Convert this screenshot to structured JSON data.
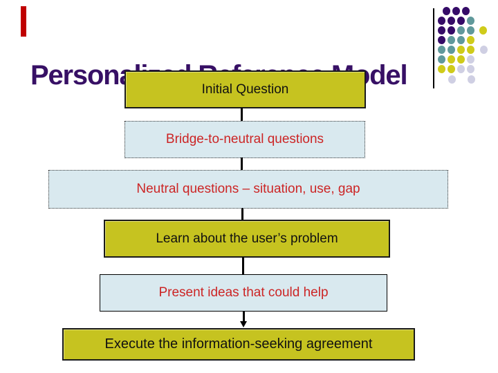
{
  "slide": {
    "title": "Personalized Reference Model",
    "title_color": "#371065"
  },
  "flowchart": {
    "boxes": [
      {
        "label": "Initial Question",
        "fill": "#C6C320",
        "text_color": "#111111",
        "border": "solid-black"
      },
      {
        "label": "Bridge-to-neutral questions",
        "fill": "#D9E9EF",
        "text_color": "#CC2525",
        "border": "dotted-black"
      },
      {
        "label": "Neutral questions – situation, use, gap",
        "fill": "#D9E9EF",
        "text_color": "#CC2525",
        "border": "dotted-black"
      },
      {
        "label": "Learn about the user’s problem",
        "fill": "#C6C320",
        "text_color": "#111111",
        "border": "solid-black"
      },
      {
        "label": "Present ideas that could help",
        "fill": "#D9E9EF",
        "text_color": "#CC2525",
        "border": "thin-solid-black"
      },
      {
        "label": "Execute the information-seeking agreement",
        "fill": "#C6C320",
        "text_color": "#111111",
        "border": "solid-black"
      }
    ],
    "connector_color": "#000000",
    "arrowhead_on_last_connector": true
  },
  "decoration": {
    "accent_bar_color": "#C00000",
    "vertical_rule_color": "#000000",
    "dot_palette": {
      "P": "#350B67",
      "T": "#60999B",
      "Y": "#CFCB1A",
      "L": "#CFCFE3"
    },
    "dots": [
      [
        645,
        16,
        "P"
      ],
      [
        659,
        16,
        "P"
      ],
      [
        673,
        16,
        "P"
      ],
      [
        638,
        30,
        "P"
      ],
      [
        652,
        30,
        "P"
      ],
      [
        666,
        30,
        "P"
      ],
      [
        680,
        30,
        "T"
      ],
      [
        638,
        44,
        "P"
      ],
      [
        652,
        44,
        "P"
      ],
      [
        666,
        44,
        "T"
      ],
      [
        680,
        44,
        "T"
      ],
      [
        698,
        44,
        "Y"
      ],
      [
        638,
        58,
        "P"
      ],
      [
        652,
        58,
        "T"
      ],
      [
        666,
        58,
        "T"
      ],
      [
        680,
        58,
        "Y"
      ],
      [
        638,
        72,
        "T"
      ],
      [
        652,
        72,
        "T"
      ],
      [
        666,
        72,
        "Y"
      ],
      [
        680,
        72,
        "Y"
      ],
      [
        699,
        72,
        "L"
      ],
      [
        638,
        86,
        "T"
      ],
      [
        652,
        86,
        "Y"
      ],
      [
        666,
        86,
        "Y"
      ],
      [
        680,
        86,
        "L"
      ],
      [
        638,
        100,
        "Y"
      ],
      [
        652,
        100,
        "Y"
      ],
      [
        666,
        100,
        "L"
      ],
      [
        680,
        100,
        "L"
      ],
      [
        653,
        115,
        "L"
      ],
      [
        681,
        115,
        "L"
      ]
    ]
  }
}
